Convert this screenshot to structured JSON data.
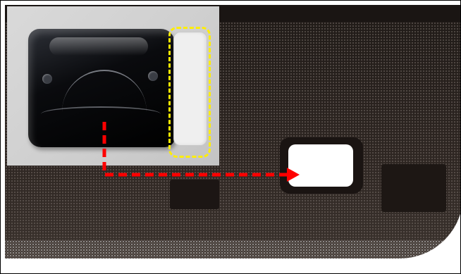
{
  "image": {
    "description_elements": [
      "inset-photo",
      "black-part",
      "white-clip",
      "yellow-dashed-outline",
      "red-dashed-arrow",
      "dark-panel",
      "center-window"
    ],
    "colors": {
      "panel": "#2b2420",
      "highlight_outline": "#ffee00",
      "arrow": "#ff0000",
      "window_fill": "#ffffff"
    }
  }
}
